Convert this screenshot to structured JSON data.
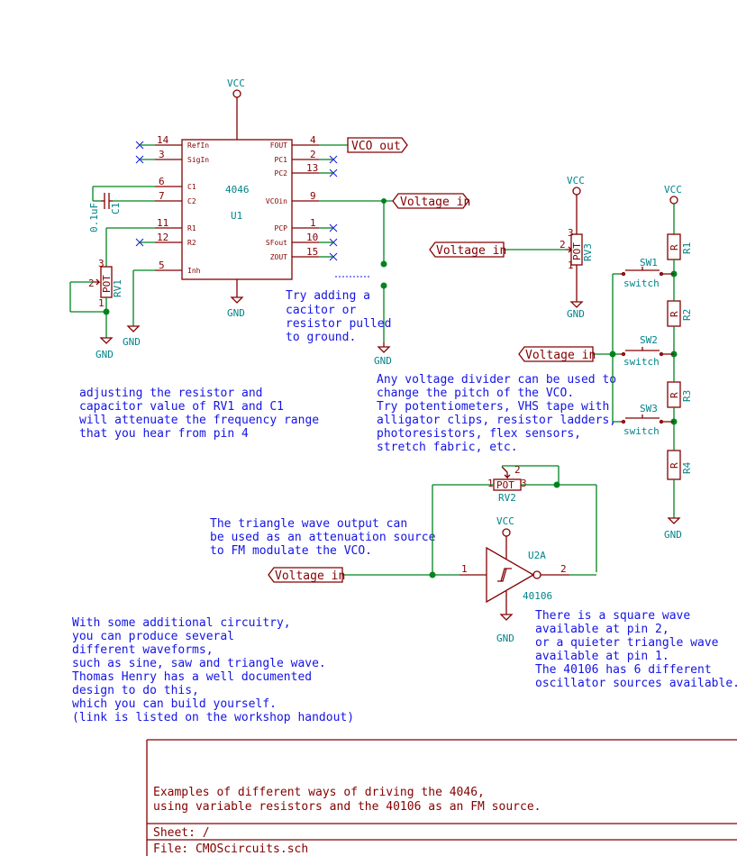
{
  "ic_4046": {
    "ref": "U1",
    "value": "4046",
    "pin_names": [
      "RefIn",
      "SigIn",
      "C1",
      "C2",
      "R1",
      "R2",
      "Inh",
      "FOUT",
      "PC1",
      "PC2",
      "VCOin",
      "PCP",
      "SFout",
      "ZOUT"
    ],
    "pin_numbers": [
      "14",
      "3",
      "6",
      "7",
      "11",
      "12",
      "5",
      "4",
      "2",
      "13",
      "9",
      "1",
      "10",
      "15"
    ]
  },
  "power": {
    "vcc": "VCC",
    "gnd": "GND"
  },
  "labels": {
    "vco_out": "VCO_out",
    "voltage_in": "Voltage_in"
  },
  "c1": {
    "ref": "C1",
    "value": "0.1uF"
  },
  "pots": {
    "value": "POT",
    "rv1": "RV1",
    "rv2": "RV2",
    "rv3": "RV3"
  },
  "resistors": {
    "value": "R",
    "refs": [
      "R1",
      "R2",
      "R3",
      "R4"
    ]
  },
  "switches": {
    "value": "switch",
    "refs": [
      "SW1",
      "SW2",
      "SW3"
    ]
  },
  "u2": {
    "ref": "U2A",
    "value": "40106",
    "pin_in": "1",
    "pin_out": "2"
  },
  "pot_pin_numbers": [
    "1",
    "2",
    "3"
  ],
  "notes": {
    "ground": [
      "Try adding a",
      "cacitor or",
      "resistor pulled",
      "to ground."
    ],
    "attenuate": [
      "adjusting the resistor and",
      "capacitor value of RV1 and C1",
      "will attenuate the frequency range",
      "that you hear from pin 4"
    ],
    "divider": [
      "Any voltage divider can be used to",
      "change the pitch of the VCO.",
      "Try potentiometers, VHS tape with",
      "alligator clips, resistor ladders,",
      "photoresistors, flex sensors,",
      "stretch fabric, etc."
    ],
    "triangle": [
      "The triangle wave output can",
      "be used as an attenuation source",
      "to FM modulate the VCO."
    ],
    "waveforms": [
      "With some additional circuitry,",
      "you can produce several",
      "different waveforms,",
      "such as sine, saw and triangle wave.",
      "Thomas Henry has a well documented",
      "design to do this,",
      "which you can build yourself.",
      "(link is listed on the workshop handout)"
    ],
    "square": [
      "There is a square wave",
      "available at pin 2,",
      "or a quieter triangle wave",
      "available at pin 1.",
      "The 40106 has 6 different",
      "oscillator sources available."
    ]
  },
  "title_block": {
    "comment": [
      "Examples of different ways of driving the 4046,",
      "using variable resistors and the 40106 as an FM source."
    ],
    "sheet": "Sheet: /",
    "file": "File: CMOScircuits.sch"
  }
}
